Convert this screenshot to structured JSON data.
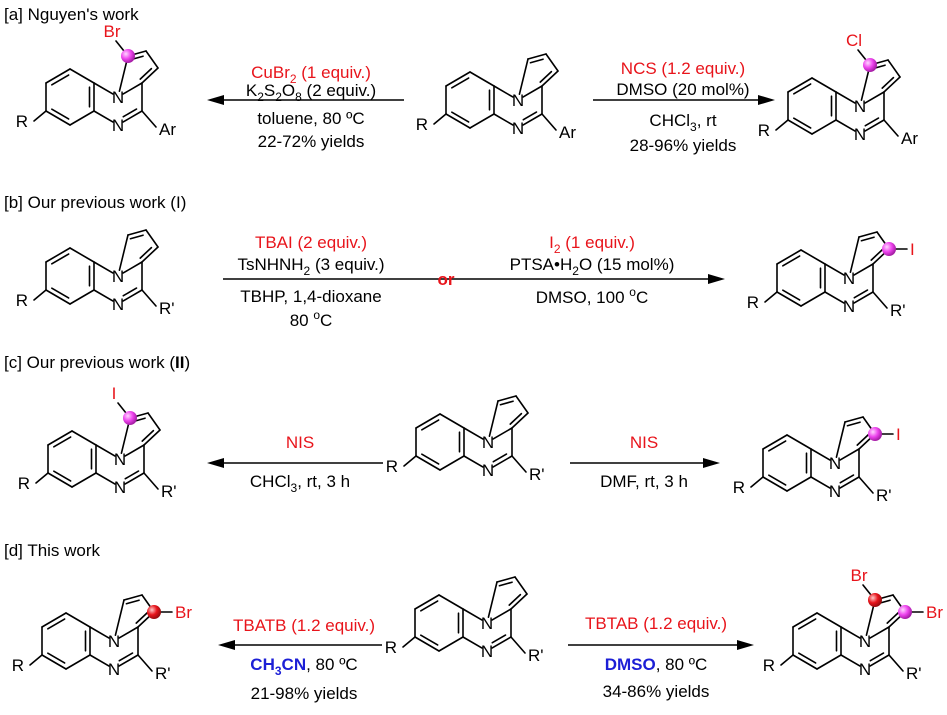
{
  "sections": {
    "a": {
      "header": "[a] Nguyen's work"
    },
    "b": {
      "header_prefix": "[b] Our previous work (",
      "header_roman": "I",
      "header_suffix": ")"
    },
    "c": {
      "header_prefix": "[c] Our previous work (",
      "header_roman": "II",
      "header_suffix": ")"
    },
    "d": {
      "header": "[d] This work"
    }
  },
  "atoms": {
    "N": "N",
    "R": "R",
    "Ar": "Ar",
    "Rp": "R'",
    "Br": "Br",
    "Cl": "Cl",
    "I": "I"
  },
  "reactions": {
    "a_left": {
      "reagent1_a": "CuBr",
      "reagent1_sub": "2",
      "reagent1_b": " (1 equiv.)",
      "reagent2_a": "K",
      "reagent2_sub1": "2",
      "reagent2_b": "S",
      "reagent2_sub2": "2",
      "reagent2_c": "O",
      "reagent2_sub3": "8",
      "reagent2_d": " (2 equiv.)",
      "cond1": "toluene, 80 ºC",
      "cond2": "22-72% yields"
    },
    "a_right": {
      "reagent1": "NCS (1.2 equiv.)",
      "reagent2": "DMSO (20 mol%)",
      "cond1_a": "CHCl",
      "cond1_sub": "3",
      "cond1_b": ", rt",
      "cond2": "28-96% yields"
    },
    "b_first": {
      "reagent1": "TBAI (2 equiv.)",
      "reagent2_a": "TsNHNH",
      "reagent2_sub": "2",
      "reagent2_b": " (3 equiv.)",
      "cond1": "TBHP, 1,4-dioxane",
      "cond2_a": "80 ",
      "cond2_sup": "o",
      "cond2_b": "C"
    },
    "b_or": "or",
    "b_second": {
      "reagent1_a": "I",
      "reagent1_sub": "2",
      "reagent1_b": " (1 equiv.)",
      "reagent2_a": "PTSA•H",
      "reagent2_sub": "2",
      "reagent2_b": "O (15 mol%)",
      "cond1_a": "DMSO, 100 ",
      "cond1_sup": "o",
      "cond1_b": "C"
    },
    "c_left": {
      "reagent": "NIS",
      "cond_a": "CHCl",
      "cond_sub": "3",
      "cond_b": ", rt, 3 h"
    },
    "c_right": {
      "reagent": "NIS",
      "cond": "DMF, rt, 3 h"
    },
    "d_left": {
      "reagent": "TBATB (1.2 equiv.)",
      "cond_blue_a": "CH",
      "cond_blue_sub": "3",
      "cond_blue_b": "CN",
      "cond_b": ", 80 ºC",
      "yield": "21-98% yields"
    },
    "d_right": {
      "reagent": "TBTAB (1.2 equiv.)",
      "cond_blue": "DMSO",
      "cond_b": ", 80 ºC",
      "yield": "34-86% yields"
    }
  },
  "colors": {
    "reagent_red": "#e8141b",
    "solvent_blue": "#1c1fd6",
    "marker_pink": "#ee44ee",
    "marker_red": "#e8141b"
  }
}
